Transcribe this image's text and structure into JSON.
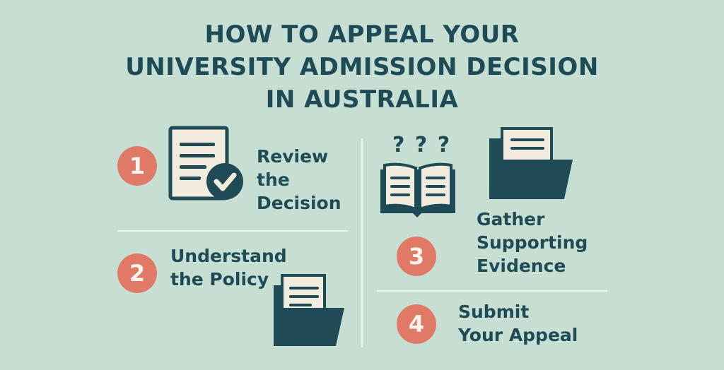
{
  "title": {
    "line1": "HOW TO APPEAL YOUR",
    "line2": "UNIVERSITY ADMISSION DECISION",
    "line3": "IN AUSTRALIA"
  },
  "steps": [
    {
      "number": "1",
      "label_lines": [
        "Review",
        "the",
        "Decision"
      ],
      "icon": "document-check-icon"
    },
    {
      "number": "2",
      "label_lines": [
        "Understand",
        "the Policy"
      ],
      "icon": "folder-icon"
    },
    {
      "number": "3",
      "label_lines": [
        "Gather",
        "Supporting",
        "Evidence"
      ],
      "icon": "folder-icon"
    },
    {
      "number": "4",
      "label_lines": [
        "Submit",
        "Your Appeal"
      ],
      "icon": ""
    }
  ],
  "decorations": {
    "book_icon": "open-book-icon",
    "question_marks": "? ? ?"
  },
  "colors": {
    "background": "#c7dfd2",
    "title": "#1f4b57",
    "badge": "#e07a66",
    "icon_dark": "#1f4b57",
    "paper": "#f1ecdd"
  }
}
